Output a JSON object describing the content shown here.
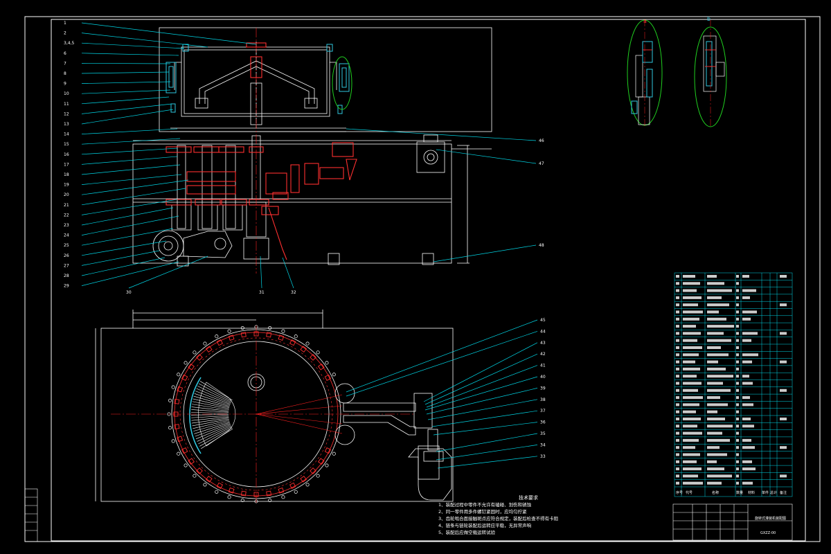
{
  "drawing": {
    "background": "#000000",
    "colors": {
      "frame": "#ffffff",
      "leader": "#00d8e8",
      "center_line": "#ff2020",
      "part": "#ff3030",
      "hatch": "#ffffff",
      "highlight": "#20d020",
      "cyan_part": "#30c8e0"
    }
  },
  "front_view": {
    "left_labels": [
      "1",
      "2",
      "3,4,5",
      "6",
      "7",
      "8",
      "9",
      "10",
      "11",
      "12",
      "13",
      "14",
      "15",
      "16",
      "17",
      "18",
      "19",
      "20",
      "21",
      "22",
      "23",
      "24",
      "25",
      "26",
      "27",
      "28",
      "29"
    ],
    "bottom_labels": [
      "30",
      "31",
      "32"
    ],
    "right_labels": [
      "46",
      "47",
      "48"
    ]
  },
  "detail_views": {
    "a_label": "a",
    "b_label": "b"
  },
  "plan_view": {
    "right_labels": [
      "45",
      "44",
      "43",
      "42",
      "41",
      "40",
      "39",
      "38",
      "37",
      "36",
      "35",
      "34",
      "33"
    ]
  },
  "tech_notes": {
    "title": "技术要求",
    "lines": [
      "1、装配过程中零件不允许有磕碰、划伤和锈蚀",
      "2、同一零件用多件螺钉紧固时，应均匀拧紧",
      "3、齿轮啮合面接触斑点应符合规定，装配后检查不得有卡阻",
      "4、链条与链轮装配后运转应平稳，无异常声响",
      "5、装配后应做空载运转试验"
    ]
  },
  "parts_list": {
    "headers": [
      "序号",
      "代号",
      "名称",
      "数量",
      "材料",
      "单件",
      "总计",
      "备注"
    ],
    "row_count": 30
  },
  "title_block": {
    "drawing_name": "旋转式灌装机装配图",
    "drawing_no": "GXZZ-00"
  }
}
